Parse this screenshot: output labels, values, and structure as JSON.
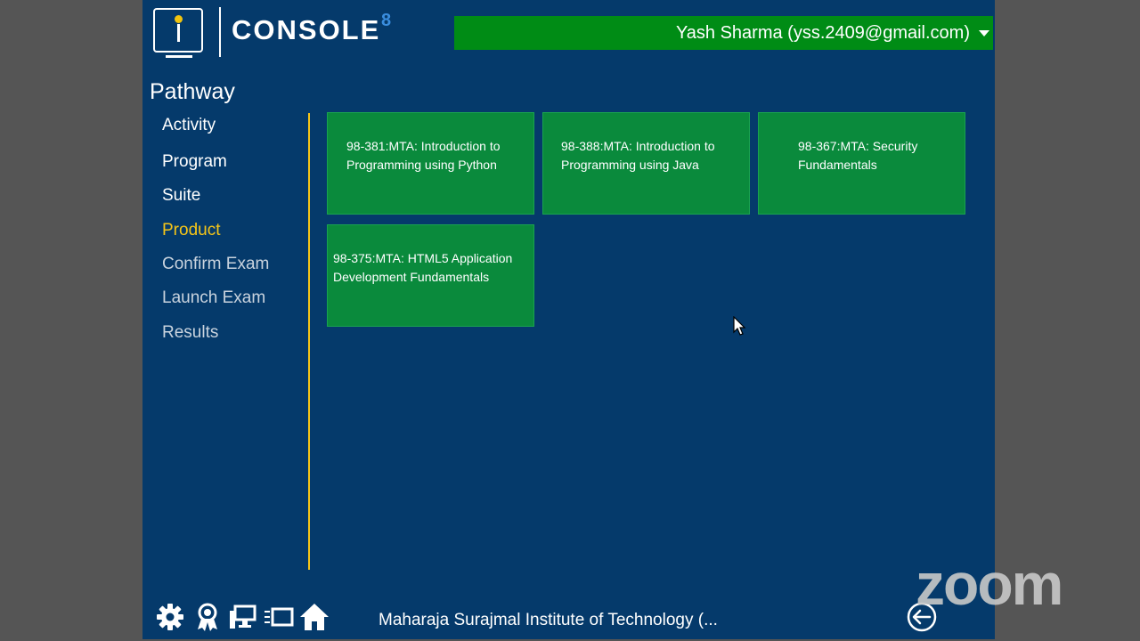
{
  "header": {
    "logo_text": "CONSOLE",
    "logo_superscript": "8",
    "user_label": "Yash Sharma (yss.2409@gmail.com)"
  },
  "sidebar": {
    "title": "Pathway",
    "items": [
      {
        "label": "Activity",
        "state": "normal"
      },
      {
        "label": "Program",
        "state": "normal"
      },
      {
        "label": "Suite",
        "state": "normal"
      },
      {
        "label": "Product",
        "state": "active"
      },
      {
        "label": "Confirm Exam",
        "state": "dim"
      },
      {
        "label": "Launch Exam",
        "state": "dim"
      },
      {
        "label": "Results",
        "state": "dim"
      }
    ]
  },
  "tiles": [
    {
      "line1": "98-381:MTA: Introduction to",
      "line2": "Programming using Python"
    },
    {
      "line1": "98-388:MTA: Introduction to",
      "line2": "Programming using Java"
    },
    {
      "line1": "98-367:MTA: Security",
      "line2": "Fundamentals"
    },
    {
      "line1": "98-375:MTA: HTML5 Application",
      "line2": "Development Fundamentals"
    }
  ],
  "footer": {
    "institution": "Maharaja Surajmal Institute of Technology (..."
  },
  "toolbar_icons": [
    "gear-icon",
    "certificate-icon",
    "devices-icon",
    "window-list-icon",
    "home-icon"
  ],
  "overlay": {
    "watermark": "zoom"
  },
  "colors": {
    "background": "#053a6b",
    "user_bar": "#008c15",
    "tile": "#0a8a3c",
    "active": "#f5c518"
  }
}
